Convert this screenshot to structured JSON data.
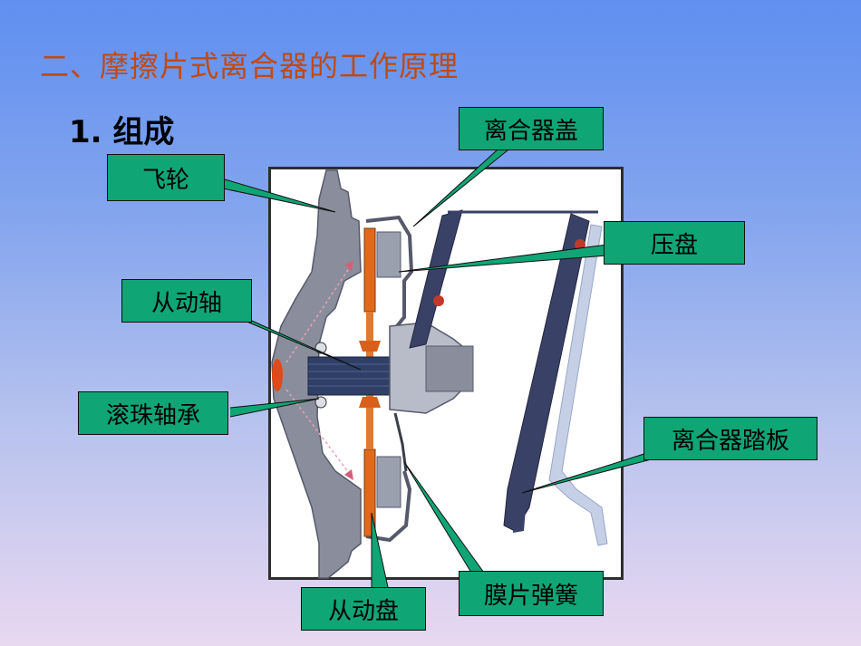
{
  "slide": {
    "title": "二、摩擦片式离合器的工作原理",
    "subtitle": "1. 组成"
  },
  "labels": {
    "flywheel": "飞轮",
    "clutch_cover": "离合器盖",
    "pressure_plate": "压盘",
    "driven_shaft": "从动轴",
    "ball_bearing": "滚珠轴承",
    "clutch_pedal": "离合器踏板",
    "diaphragm_spring": "膜片弹簧",
    "driven_disc": "从动盘"
  },
  "colors": {
    "label_bg": "#10a575",
    "title": "#c04a12",
    "metal": "#8a8e9c",
    "friction": "#e06a1a",
    "pedal": "#3a4166"
  }
}
